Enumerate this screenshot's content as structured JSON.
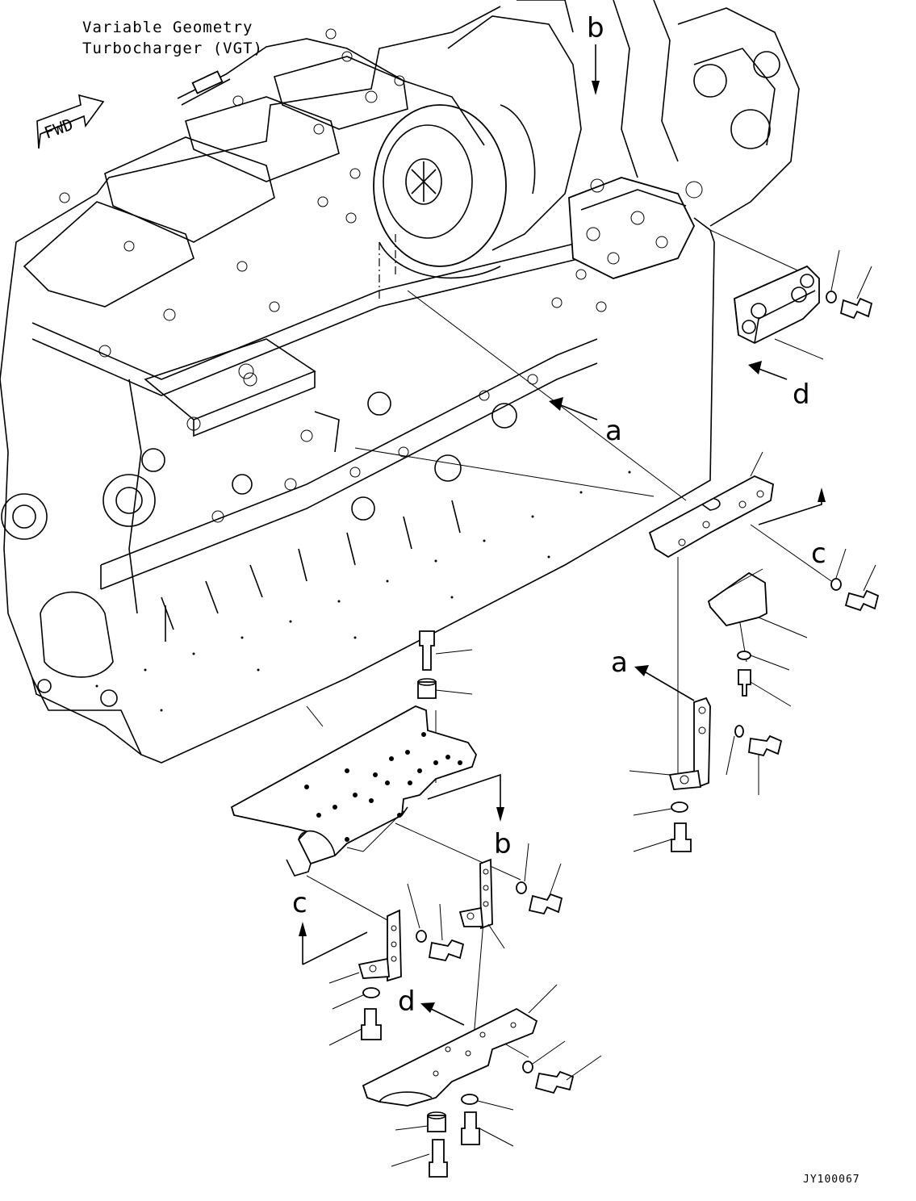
{
  "diagram": {
    "title_line1": "Variable Geometry",
    "title_line2": "Turbocharger (VGT)",
    "fwd_label": "FWD",
    "drawing_code": "JY100067",
    "callouts": {
      "a_top": "a",
      "a_right": "a",
      "b_top": "b",
      "b_lower": "b",
      "c_right": "c",
      "c_left": "c",
      "d_right": "d",
      "d_lower": "d"
    }
  }
}
